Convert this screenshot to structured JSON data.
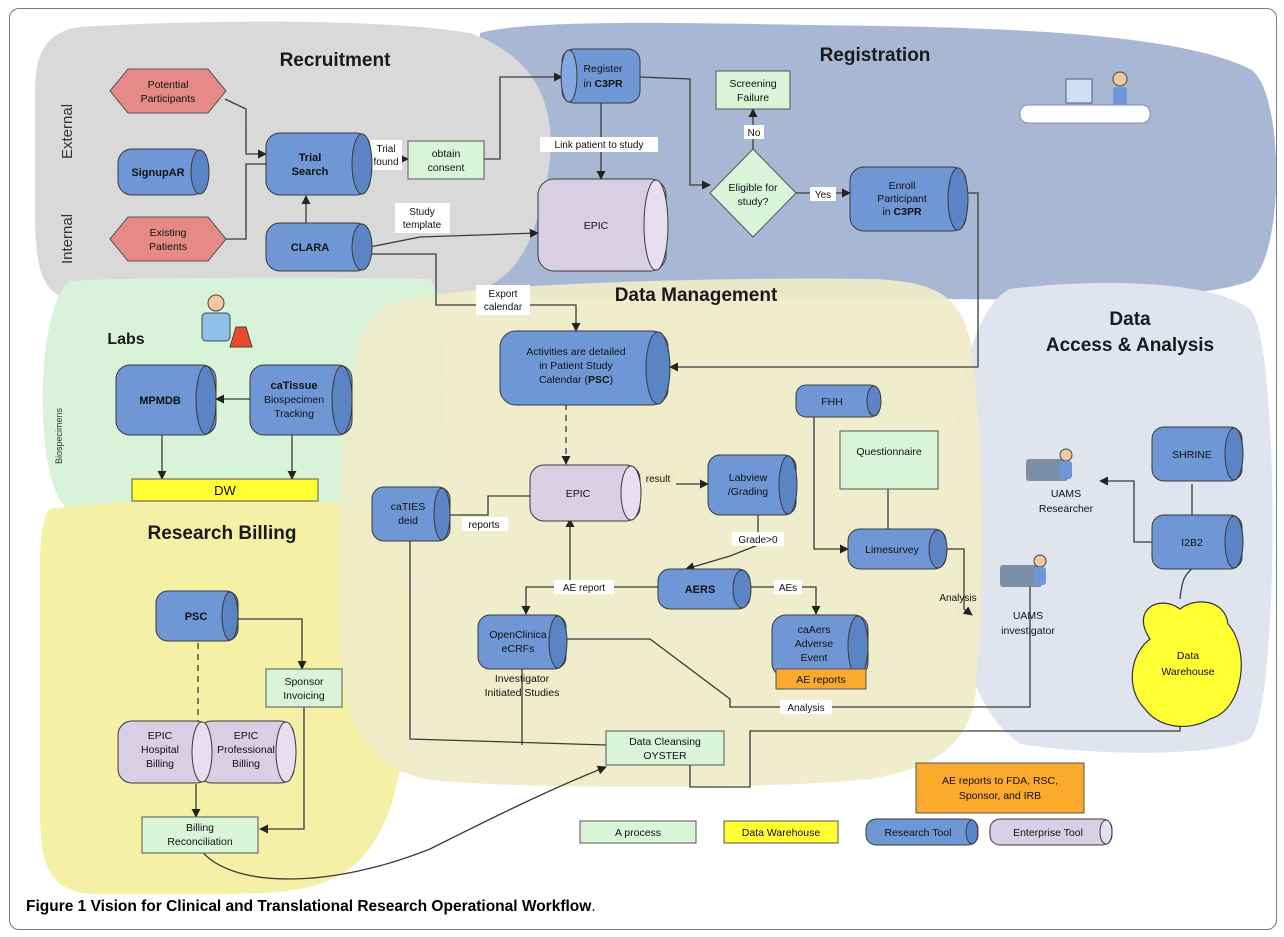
{
  "caption": {
    "figure_label": "Figure 1",
    "text": "Vision for Clinical and Translational Research Operational Workflow",
    "trailing": "."
  },
  "regions": {
    "recruitment": "Recruitment",
    "registration": "Registration",
    "data_management": "Data Management",
    "labs": "Labs",
    "research_billing": "Research Billing",
    "data_access": [
      "Data",
      "Access & Analysis"
    ]
  },
  "side_labels": {
    "external": "External",
    "internal": "Internal",
    "biospecimens": "Biospecimens"
  },
  "nodes": {
    "potential_participants": [
      "Potential",
      "Participants"
    ],
    "signupar": "SignupAR",
    "existing_patients": [
      "Existing",
      "Patients"
    ],
    "trial_search": [
      "Trial",
      "Search"
    ],
    "clara": "CLARA",
    "obtain_consent": [
      "obtain",
      "consent"
    ],
    "register_c3pr": [
      "Register",
      "in ",
      "C3PR"
    ],
    "screening_failure": [
      "Screening",
      "Failure"
    ],
    "eligible": [
      "Eligible for",
      "study?"
    ],
    "enroll": [
      "Enroll",
      "Participant",
      "in ",
      "C3PR"
    ],
    "epic_top": "EPIC",
    "activities": [
      "Activities are detailed",
      "in Patient Study",
      "Calendar (",
      "PSC",
      ")"
    ],
    "mpmdb": "MPMDB",
    "catissue": [
      "caTissue",
      "Biospecimen",
      "Tracking"
    ],
    "dw_bar": "DW",
    "fhh": "FHH",
    "questionnaire": "Questionnaire",
    "epic_mid": "EPIC",
    "labview": [
      "Labview",
      "/Grading"
    ],
    "caties": [
      "caTIES",
      "deid"
    ],
    "aers": "AERS",
    "openclinica": [
      "OpenClinica",
      "eCRFs"
    ],
    "caaers": [
      "caAers",
      "Adverse",
      "Event"
    ],
    "ae_reports": "AE reports",
    "investigator_initiated": [
      "Investigator",
      "Initiated Studies"
    ],
    "limesurvey": "Limesurvey",
    "shrine": "SHRINE",
    "i2b2": "I2B2",
    "uams_researcher": [
      "UAMS",
      "Researcher"
    ],
    "uams_investigator": [
      "UAMS",
      "investigator"
    ],
    "data_warehouse": [
      "Data",
      "Warehouse"
    ],
    "psc": "PSC",
    "sponsor_invoicing": [
      "Sponsor",
      "Invoicing"
    ],
    "epic_hospital": [
      "EPIC",
      "Hospital",
      "Billing"
    ],
    "epic_professional": [
      "EPIC",
      "Professional",
      "Billing"
    ],
    "billing_reconciliation": [
      "Billing",
      "Reconciliation"
    ],
    "data_cleansing": [
      "Data Cleansing",
      "OYSTER"
    ],
    "ae_reports_fda": [
      "AE reports to FDA, RSC,",
      "Sponsor, and IRB"
    ]
  },
  "edge_labels": {
    "trial_found": [
      "Trial",
      "found"
    ],
    "link_patient": "Link patient to study",
    "no": "No",
    "yes": "Yes",
    "study_template": [
      "Study",
      "template"
    ],
    "export_calendar": [
      "Export",
      "calendar"
    ],
    "result": "result",
    "reports": "reports",
    "grade": "Grade>0",
    "ae_report": "AE report",
    "aes": "AEs",
    "analysis_right": "Analysis",
    "analysis_bottom": "Analysis"
  },
  "legend": {
    "process": "A process",
    "data_warehouse": "Data Warehouse",
    "research_tool": "Research Tool",
    "enterprise_tool": "Enterprise Tool"
  },
  "colors": {
    "recruitment_bg": "#d9d9d9",
    "registration_bg": "#a8b8d4",
    "labs_bg": "#d9f3d9",
    "data_mgmt_bg": "#efebc9",
    "billing_bg": "#f4f0a6",
    "access_bg": "#dfe4ee",
    "research_tool": "#6f97d6",
    "enterprise_tool": "#d9cfe4",
    "process": "#d8f5d8",
    "warehouse": "#ffff33",
    "hexagon": "#e58a86",
    "orange": "#fbaa2d"
  }
}
